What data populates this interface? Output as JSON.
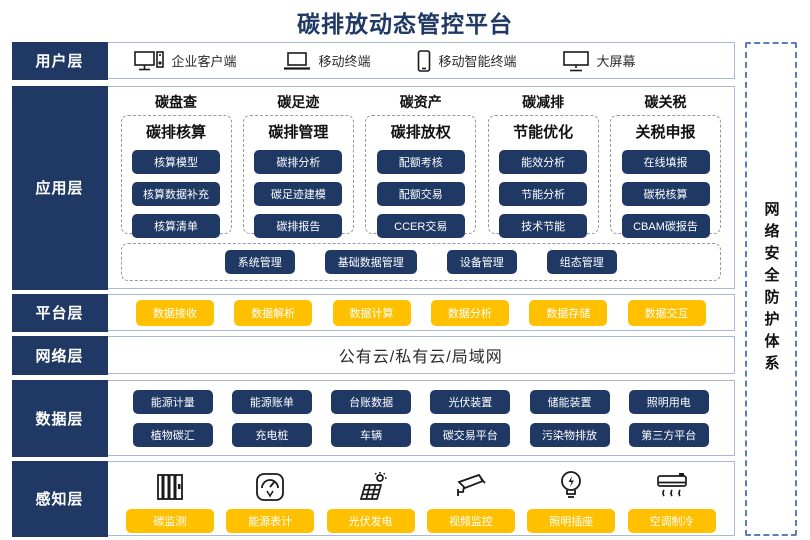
{
  "title": "碳排放动态管控平台",
  "colors": {
    "navy": "#1F3864",
    "yellow": "#FFC000",
    "layer_border": "#a9b9d8",
    "security_border": "#5a7dbd"
  },
  "security_panel": {
    "label": "网络安全防护体系"
  },
  "layers": {
    "user": {
      "label": "用户层",
      "items": [
        {
          "icon": "desktop-pc-icon",
          "label": "企业客户端"
        },
        {
          "icon": "laptop-icon",
          "label": "移动终端"
        },
        {
          "icon": "smartphone-icon",
          "label": "移动智能终端"
        },
        {
          "icon": "big-screen-icon",
          "label": "大屏幕"
        }
      ]
    },
    "application": {
      "label": "应用层",
      "columns": [
        {
          "category": "碳盘查",
          "module": "碳排核算",
          "items": [
            "核算模型",
            "核算数据补充",
            "核算清单"
          ]
        },
        {
          "category": "碳足迹",
          "module": "碳排管理",
          "items": [
            "碳排分析",
            "碳足迹建模",
            "碳排报告"
          ]
        },
        {
          "category": "碳资产",
          "module": "碳排放权",
          "items": [
            "配额考核",
            "配额交易",
            "CCER交易"
          ]
        },
        {
          "category": "碳减排",
          "module": "节能优化",
          "items": [
            "能效分析",
            "节能分析",
            "技术节能"
          ]
        },
        {
          "category": "碳关税",
          "module": "关税申报",
          "items": [
            "在线填报",
            "碳税核算",
            "CBAM碳报告"
          ]
        }
      ],
      "common_modules": [
        "系统管理",
        "基础数据管理",
        "设备管理",
        "组态管理"
      ]
    },
    "platform": {
      "label": "平台层",
      "items": [
        "数据接收",
        "数据解析",
        "数据计算",
        "数据分析",
        "数据存储",
        "数据交互"
      ]
    },
    "network": {
      "label": "网络层",
      "content": "公有云/私有云/局域网"
    },
    "data": {
      "label": "数据层",
      "rows": [
        [
          "能源计量",
          "能源账单",
          "台账数据",
          "光伏装置",
          "储能装置",
          "照明用电"
        ],
        [
          "植物碳汇",
          "充电桩",
          "车辆",
          "碳交易平台",
          "污染物排放",
          "第三方平台"
        ]
      ]
    },
    "perception": {
      "label": "感知层",
      "items": [
        {
          "icon": "carbon-monitor-icon",
          "label": "碳监测"
        },
        {
          "icon": "energy-meter-icon",
          "label": "能源表计"
        },
        {
          "icon": "solar-panel-icon",
          "label": "光伏发电"
        },
        {
          "icon": "cctv-camera-icon",
          "label": "视频监控"
        },
        {
          "icon": "light-bulb-icon",
          "label": "照明插座"
        },
        {
          "icon": "air-conditioner-icon",
          "label": "空调制冷"
        }
      ]
    }
  }
}
